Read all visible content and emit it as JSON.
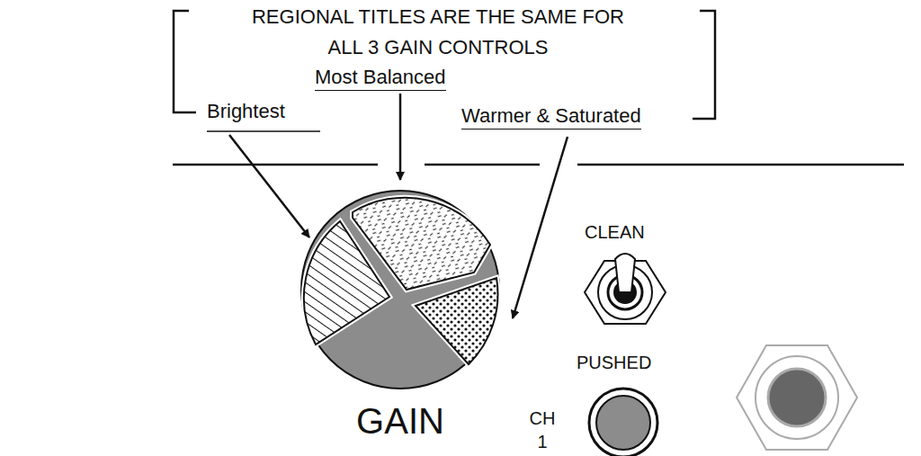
{
  "diagram": {
    "labels": [
      "REGIONAL TITLES ARE THE SAME FOR ALL 3 GAIN CONTROLS",
      "Most Balanced",
      "Brightest",
      "Warmer & Saturated",
      "CLEAN",
      "PUSHED",
      "GAIN",
      "CH 1"
    ]
  }
}
